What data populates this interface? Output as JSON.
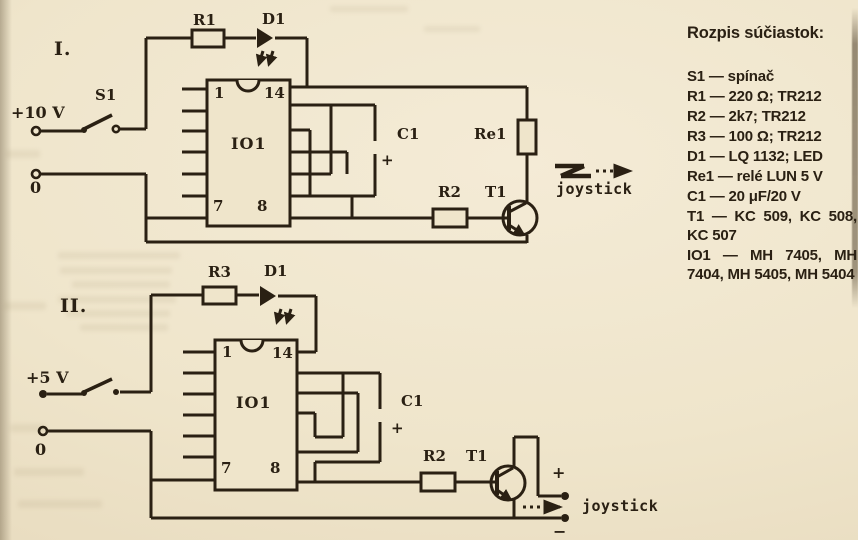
{
  "colors": {
    "paper": "#efe5cb",
    "ink": "#2a2013"
  },
  "parts_list": {
    "title": "Rozpis súčiastok:",
    "items": [
      "S1 — spínač",
      "R1 — 220 Ω; TR212",
      "R2 — 2k7; TR212",
      "R3 — 100 Ω; TR212",
      "D1 — LQ 1132; LED",
      "Re1 — relé LUN 5 V",
      "C1 — 20 μF/20 V",
      "T1 — KC 509, KC 508, KC 507",
      "IO1 — MH 7405, MH 7404, MH 5405, MH 5404"
    ]
  },
  "schematic": {
    "circuit1": {
      "index_label": "I.",
      "supply_label": "+10 V",
      "ground_label": "0",
      "switch_label": "S1",
      "resistor_top_label": "R1",
      "led_label": "D1",
      "ic_label": "IO1",
      "pin1": "1",
      "pin14": "14",
      "pin7": "7",
      "pin8": "8",
      "cap_label": "C1",
      "cap_polarity": "+",
      "relay_label": "Re1",
      "resistor_base_label": "R2",
      "transistor_label": "T1",
      "joystick_label": "joystick"
    },
    "circuit2": {
      "index_label": "II.",
      "supply_label": "+5 V",
      "ground_label": "0",
      "resistor_top_label": "R3",
      "led_label": "D1",
      "ic_label": "IO1",
      "pin1": "1",
      "pin14": "14",
      "pin7": "7",
      "pin8": "8",
      "cap_label": "C1",
      "cap_polarity": "+",
      "resistor_base_label": "R2",
      "transistor_label": "T1",
      "joystick_label": "joystick",
      "plus_label": "+",
      "minus_label": "−"
    }
  }
}
